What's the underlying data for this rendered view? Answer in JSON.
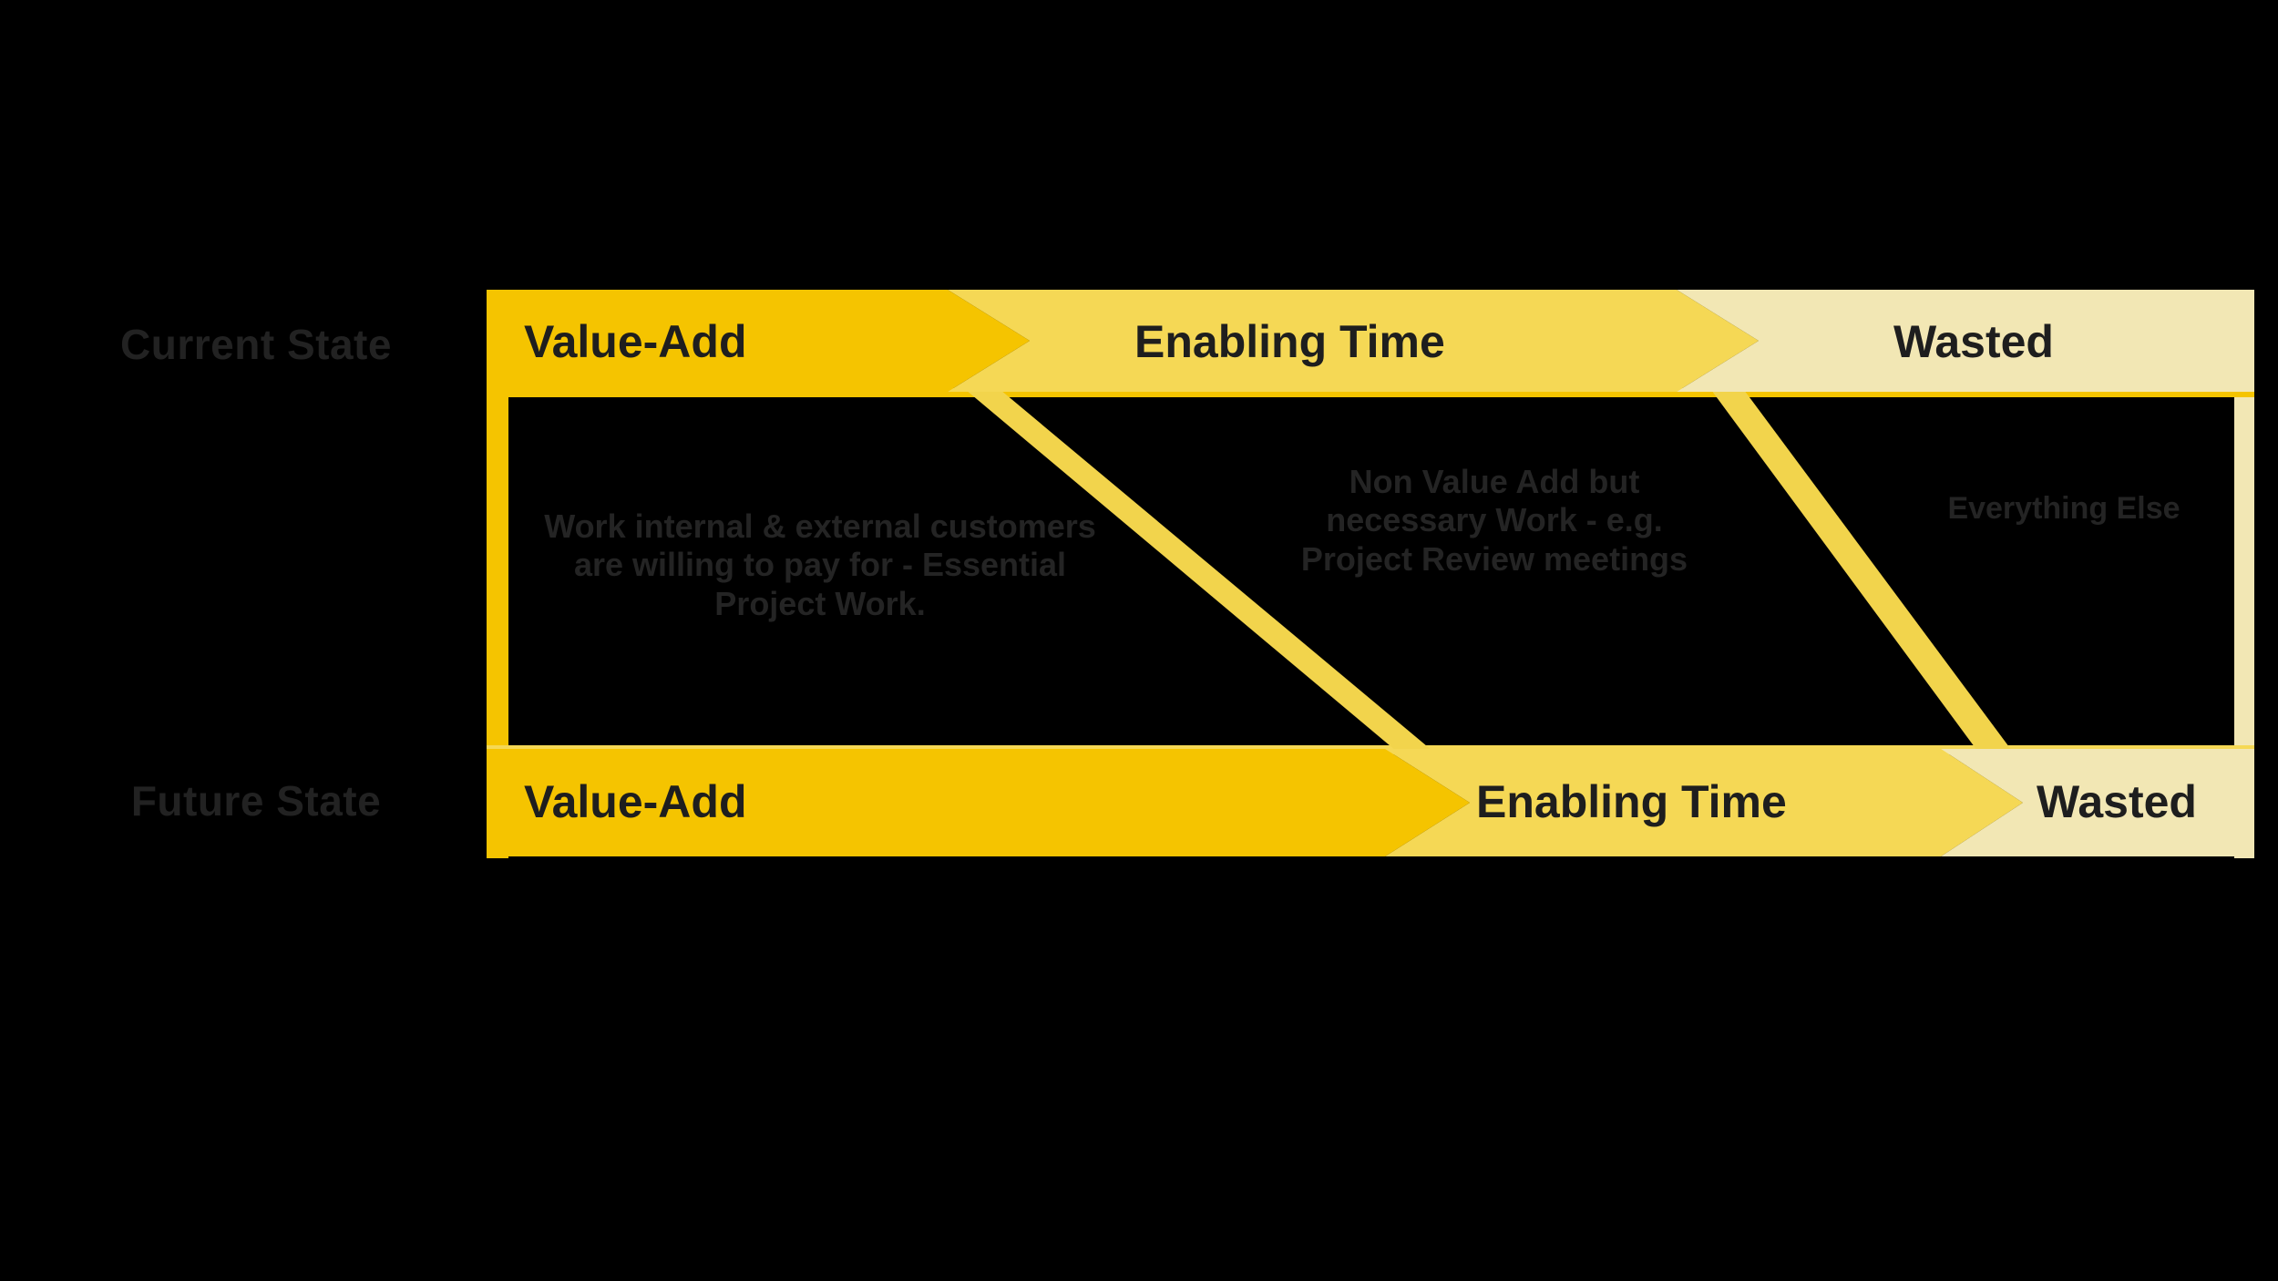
{
  "diagram": {
    "title": "Value-Add vs Enabling Time vs Wasted — Current State / Future State",
    "type": "value-stream-comparison",
    "colors": {
      "value_add": "#F5C400",
      "enabling_time": "#F5D855",
      "wasted": "#F2E7B4",
      "background": "#000000",
      "label_text": "#222222",
      "band_text": "#1E1E1E",
      "description_text": "#242424",
      "connector_line": "#F2D44C"
    },
    "rows": [
      {
        "id": "current-state",
        "label": "Current State",
        "bands": [
          {
            "id": "value-add",
            "label": "Value-Add",
            "color_key": "value_add",
            "start_pct": 0,
            "end_pct": 34
          },
          {
            "id": "enabling-time",
            "label": "Enabling Time",
            "color_key": "enabling_time",
            "start_pct": 34,
            "end_pct": 73.5
          },
          {
            "id": "wasted",
            "label": "Wasted",
            "color_key": "wasted",
            "start_pct": 73.5,
            "end_pct": 100
          }
        ]
      },
      {
        "id": "future-state",
        "label": "Future State",
        "bands": [
          {
            "id": "value-add",
            "label": "Value-Add",
            "color_key": "value_add",
            "start_pct": 0,
            "end_pct": 60.5
          },
          {
            "id": "enabling-time",
            "label": "Enabling Time",
            "color_key": "enabling_time",
            "start_pct": 60.5,
            "end_pct": 90
          },
          {
            "id": "wasted",
            "label": "Wasted",
            "color_key": "wasted",
            "start_pct": 90,
            "end_pct": 100
          }
        ]
      }
    ],
    "descriptions": [
      {
        "id": "value-add",
        "text": "Work internal & external customers are willing to pay for - Essential Project Work."
      },
      {
        "id": "enabling-time",
        "text": "Non Value Add but necessary Work - e.g. Project Review meetings"
      },
      {
        "id": "wasted",
        "text": "Everything Else"
      }
    ]
  }
}
